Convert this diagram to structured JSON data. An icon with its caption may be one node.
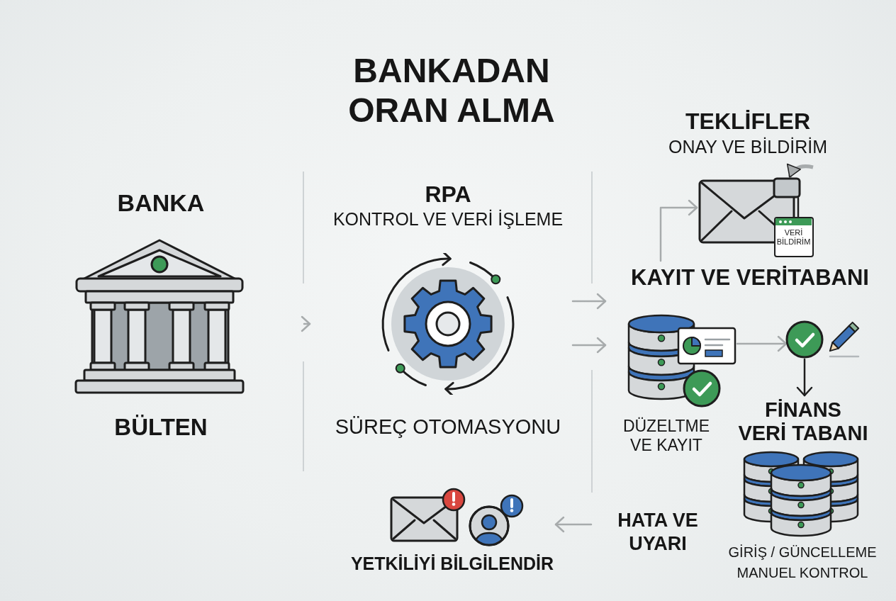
{
  "diagram": {
    "title": "BANKADAN ORAN ALMA",
    "nodes": [
      {
        "text": [
          "BANKA",
          "BÜLTEN"
        ]
      },
      {
        "text": [
          "RPA",
          "KONTROL VE VERİ İŞLEME",
          "SÜREÇ OTOMASYONU"
        ]
      },
      {
        "text": [
          "TEKLİFLER",
          "ONAY VE BİLDİRİM"
        ]
      },
      {
        "text": [],
        "shape": "box"
      },
      {
        "text": [
          "VERİ BİLDİRİM"
        ]
      },
      {
        "text": [
          "KAYIT VE VERİTABANI"
        ]
      },
      {
        "text": [
          "DÜZELTME VE KAYIT"
        ]
      },
      {
        "text": [],
        "shape": "circle"
      },
      {
        "text": [
          "FİNANS VERİ TABANI",
          "GİRİŞ / GÜNCELLEME MANUEL KONTROL"
        ]
      },
      {
        "text": [
          "HATA VE UYARI"
        ]
      },
      {
        "text": [
          "YETKİLİYİ BİLGİLENDİR"
        ]
      }
    ],
    "edges": [
      {
        "from": 0,
        "to": 1,
        "arrow": "to"
      },
      {
        "from": 1,
        "to": 6,
        "arrow": "to"
      },
      {
        "from": 1,
        "to": 6,
        "arrow": "to"
      },
      {
        "from": 5,
        "to": 2,
        "arrow": "to"
      },
      {
        "from": null,
        "to": 3,
        "arrow": "to",
        "style": "thick"
      },
      {
        "from": 3,
        "to": 4,
        "arrow": "none",
        "color": "#1e1e1e"
      },
      {
        "from": 6,
        "to": 7,
        "arrow": "to"
      },
      {
        "from": 7,
        "to": 8,
        "arrow": "to",
        "color": "#1e1e1e"
      },
      {
        "from": 9,
        "to": 10,
        "arrow": "to"
      }
    ]
  }
}
